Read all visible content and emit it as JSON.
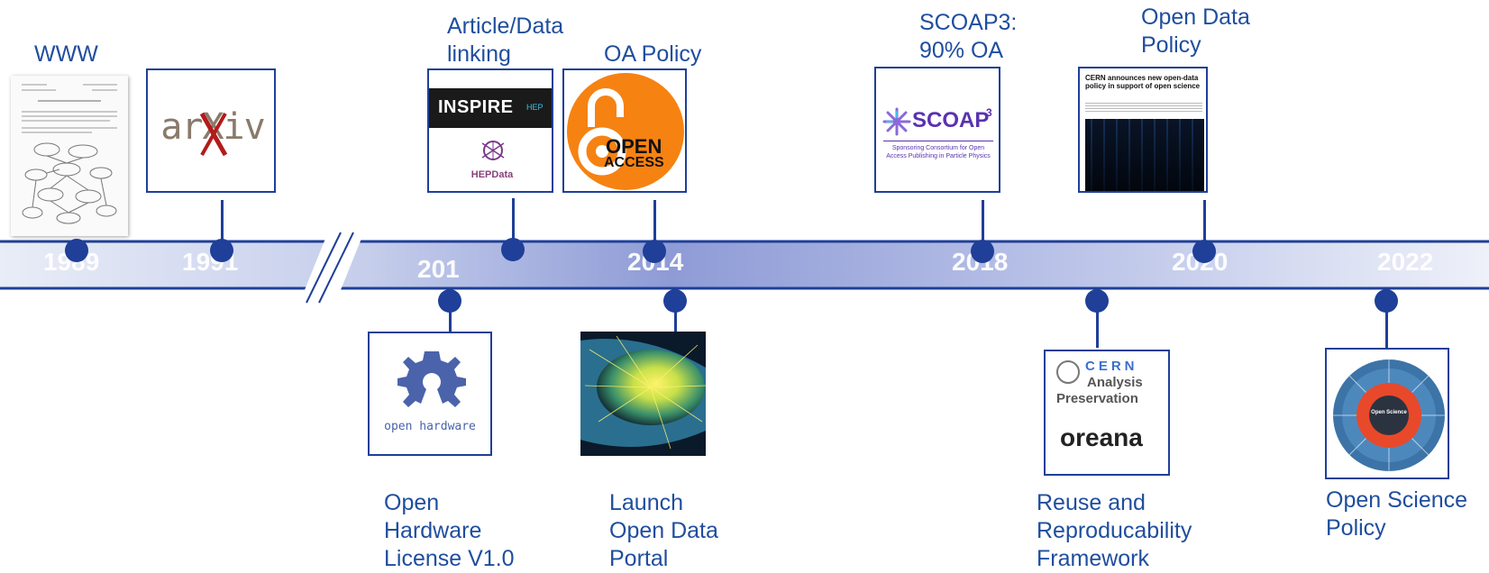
{
  "timeline": {
    "years": [
      "1989",
      "1991",
      "201\n1",
      "2014",
      "2018",
      "2020",
      "2022"
    ]
  },
  "milestones": {
    "www": "WWW",
    "linking": "Article/Data\nlinking",
    "oa_policy": "OA Policy",
    "scoap3": "SCOAP3:\n90% OA",
    "open_data_policy": "Open Data\nPolicy",
    "open_hardware": "Open\nHardware\nLicense V1.0",
    "open_data_portal": "Launch\nOpen Data\nPortal",
    "reuse": "Reuse and\nReproducability\nFramework",
    "open_science": "Open Science\nPolicy"
  },
  "logos": {
    "arxiv": "arXiv",
    "inspire": "INSPIRE",
    "inspire_hep": "HEP",
    "hepdata": "HEPData",
    "open_access_1": "OPEN",
    "open_access_2": "ACCESS",
    "scoap_logo": "SCOAP",
    "scoap_sup": "3",
    "scoap_caption": "Sponsoring Consortium for Open Access Publishing in Particle Physics",
    "open_hardware_caption": "open hardware",
    "cern": "CERN",
    "analysis": "Analysis",
    "preservation": "Preservation",
    "reana": "reana",
    "news_headline": "CERN announces new open-data policy in support of open science",
    "open_science_center": "Open Science"
  },
  "colors": {
    "accent": "#1f3f98",
    "label": "#1f4e9e",
    "oa_orange": "#f68212",
    "arxiv_red": "#b31b1b"
  }
}
